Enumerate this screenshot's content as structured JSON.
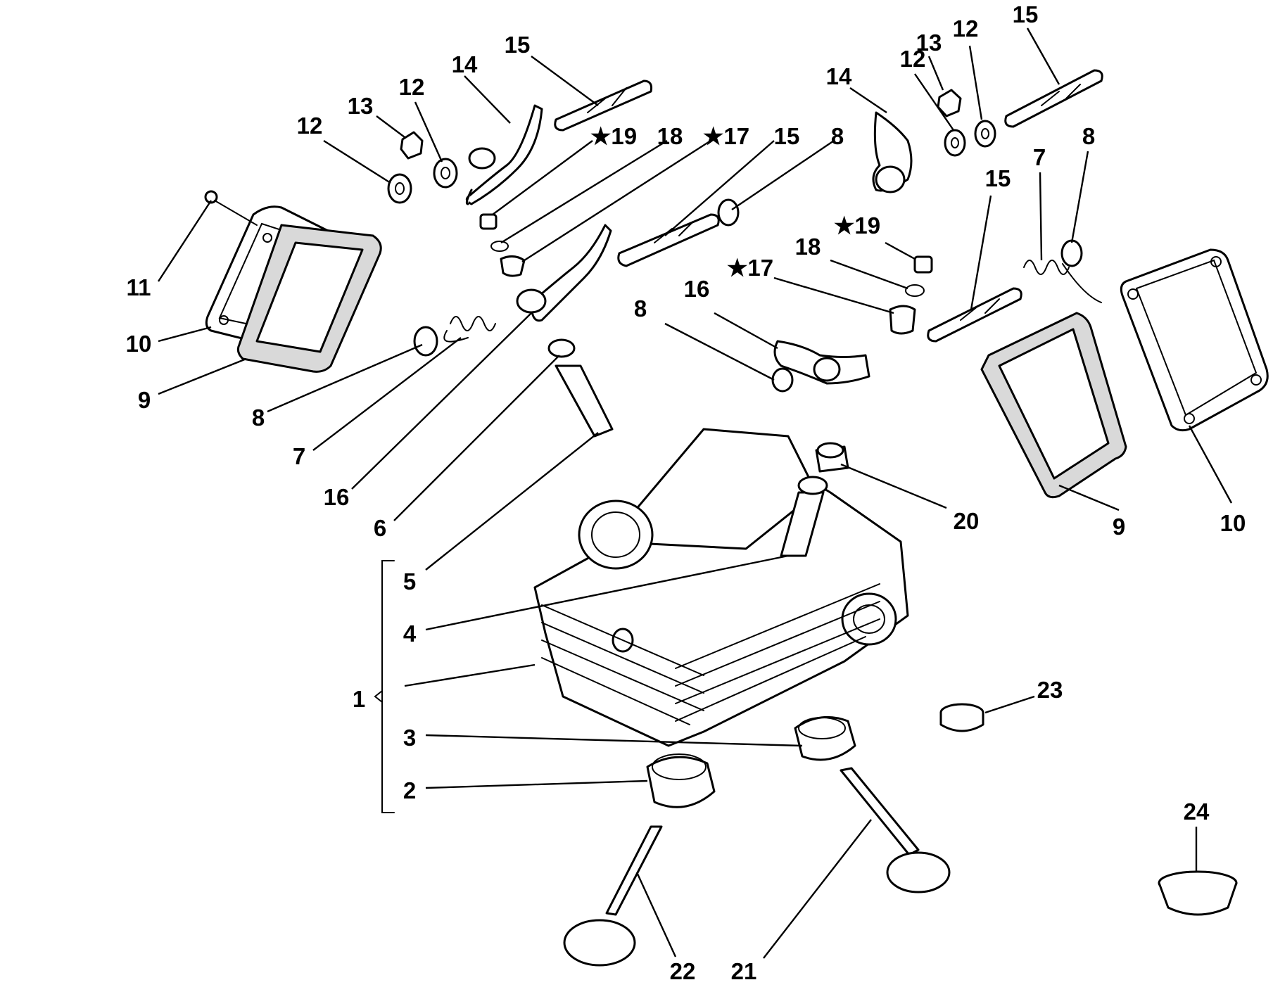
{
  "labels": [
    {
      "text": "12"
    },
    {
      "text": "13"
    },
    {
      "text": "12"
    },
    {
      "text": "14"
    },
    {
      "text": "15"
    },
    {
      "text": "★19"
    },
    {
      "text": "18"
    },
    {
      "text": "★17"
    },
    {
      "text": "15"
    },
    {
      "text": "8"
    },
    {
      "text": "11"
    },
    {
      "text": "10"
    },
    {
      "text": "9"
    },
    {
      "text": "8"
    },
    {
      "text": "7"
    },
    {
      "text": "16"
    },
    {
      "text": "6"
    },
    {
      "text": "5"
    },
    {
      "text": "4"
    },
    {
      "text": "1"
    },
    {
      "text": "3"
    },
    {
      "text": "2"
    },
    {
      "text": "22"
    },
    {
      "text": "21"
    },
    {
      "text": "20"
    },
    {
      "text": "14"
    },
    {
      "text": "12"
    },
    {
      "text": "13"
    },
    {
      "text": "12"
    },
    {
      "text": "15"
    },
    {
      "text": "15"
    },
    {
      "text": "7"
    },
    {
      "text": "8"
    },
    {
      "text": "★19"
    },
    {
      "text": "18"
    },
    {
      "text": "★17"
    },
    {
      "text": "16"
    },
    {
      "text": "8"
    },
    {
      "text": "9"
    },
    {
      "text": "10"
    },
    {
      "text": "23"
    },
    {
      "text": "24"
    }
  ]
}
